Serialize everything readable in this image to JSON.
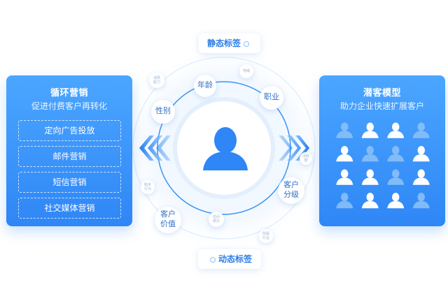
{
  "left_panel": {
    "title": "循环营销",
    "subtitle": "促进付费客户再转化",
    "channels": [
      "定向广告投放",
      "邮件营销",
      "短信营销",
      "社交媒体营销"
    ]
  },
  "right_panel": {
    "title": "潜客模型",
    "subtitle": "助力企业快速扩展客户",
    "user_grid": {
      "rows": 4,
      "cols": 4
    }
  },
  "tags": {
    "static_label": "静态标签",
    "dynamic_label": "动态标签"
  },
  "center": {
    "icon": "user-silhouette-icon",
    "inner_tags": {
      "age": "年龄",
      "job": "职业",
      "gender": "性别",
      "value_line1": "客户",
      "value_line2": "价值",
      "level_line1": "客户",
      "level_line2": "分级"
    },
    "minor_tags": {
      "region_line1": "地域",
      "consume_line1": "消费",
      "consume_line2": "能力",
      "purchase_line1": "购买",
      "purchase_line2": "行为",
      "visit_line1": "访问",
      "visit_line2": "频次",
      "industry_line1": "所属",
      "industry_line2": "行业",
      "rfm_line1": "活跃",
      "rfm_line2": "度"
    }
  },
  "colors": {
    "primary": "#2f86f6",
    "panel_light": "#4ba6ff",
    "ring": "#3a95f2",
    "text_blue": "#2b7ee8"
  }
}
